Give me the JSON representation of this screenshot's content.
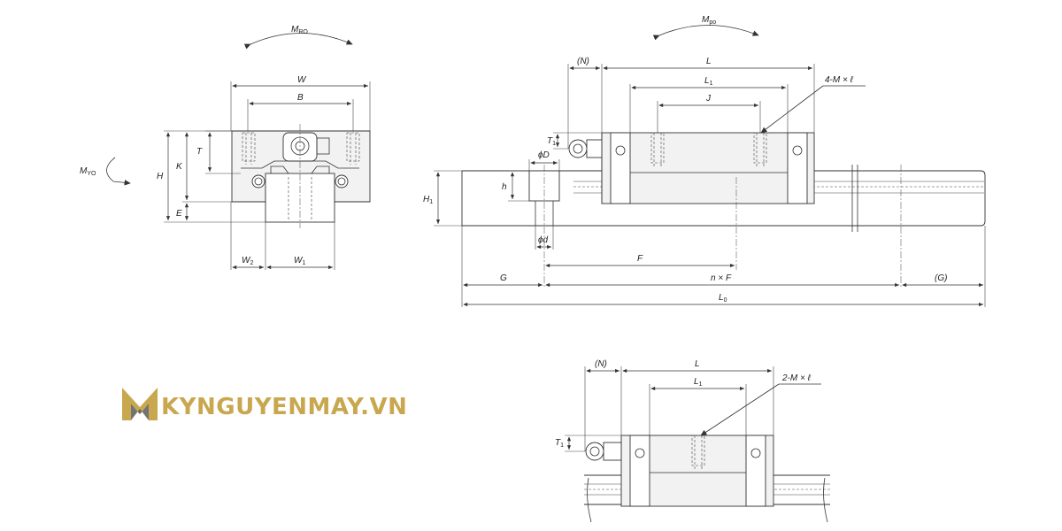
{
  "brand": {
    "text": "KYNGUYENMAY.VN"
  },
  "front_view": {
    "moment_top": {
      "main": "M",
      "sub": "RO"
    },
    "moment_left": {
      "main": "M",
      "sub": "YO"
    },
    "dim_W": "W",
    "dim_B": "B",
    "dim_T": "T",
    "dim_H": "H",
    "dim_K": "K",
    "dim_E": "E",
    "dim_W2": {
      "main": "W",
      "sub": "2"
    },
    "dim_W1": {
      "main": "W",
      "sub": "1"
    }
  },
  "side_view": {
    "moment_top": {
      "main": "M",
      "sub": "po"
    },
    "dim_N": "(N)",
    "dim_L": "L",
    "dim_L1": {
      "main": "L",
      "sub": "1"
    },
    "dim_J": "J",
    "callout_screw": "4-M × ℓ",
    "dim_T1": {
      "main": "T",
      "sub": "1"
    },
    "dim_phiD": "ϕD",
    "dim_h": "h",
    "dim_H1": {
      "main": "H",
      "sub": "1"
    },
    "dim_phid": "ϕd",
    "dim_F": "F",
    "dim_G": "G",
    "dim_nF": "n × F",
    "dim_G_paren": "(G)",
    "dim_L0": {
      "main": "L",
      "sub": "0"
    }
  },
  "short_view": {
    "dim_N": "(N)",
    "dim_L": "L",
    "dim_L1": {
      "main": "L",
      "sub": "1"
    },
    "callout_screw": "2-M × ℓ",
    "dim_T1": {
      "main": "T",
      "sub": "1"
    }
  },
  "colors": {
    "line": "#333333",
    "brand_gold": "#c9a74f",
    "brand_dark": "#555555"
  }
}
